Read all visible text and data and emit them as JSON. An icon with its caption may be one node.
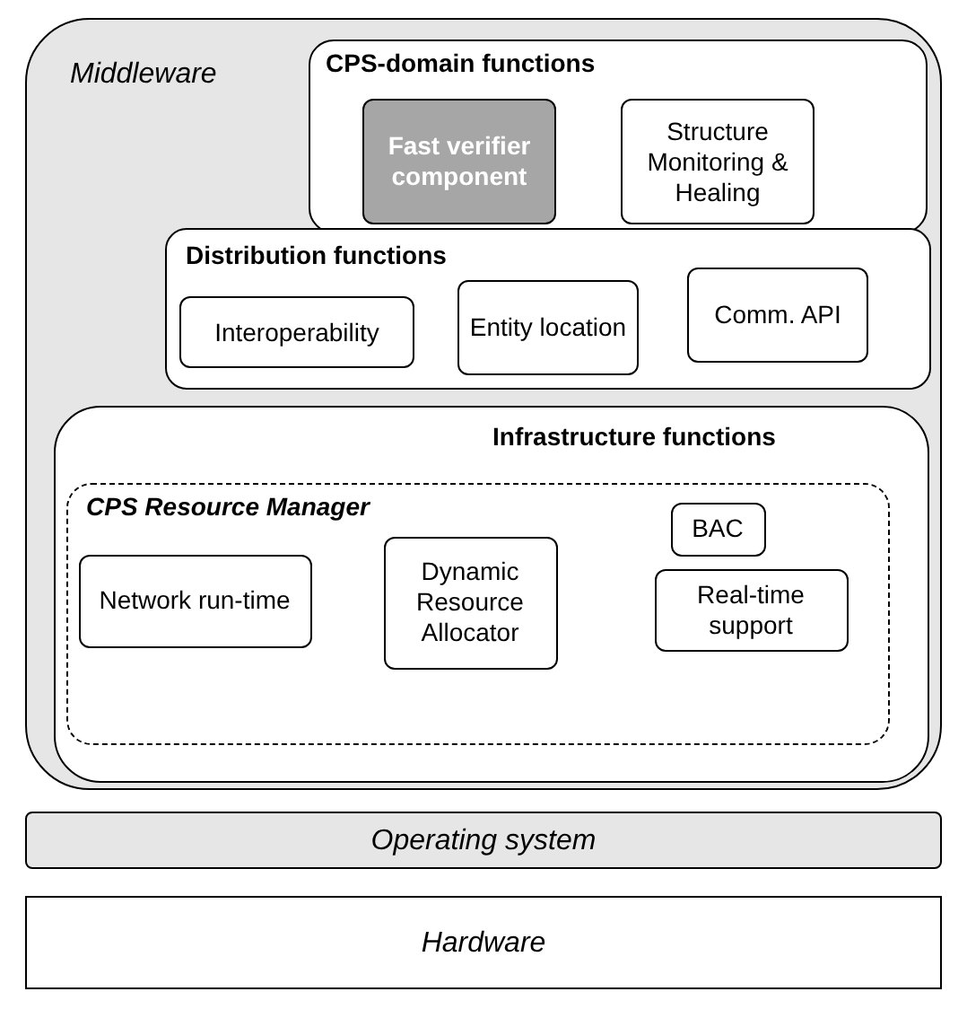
{
  "diagram": {
    "nodes": [
      {
        "text": [
          "Middleware"
        ]
      },
      {
        "text": [
          "CPS-domain functions"
        ],
        "in": 0
      },
      {
        "text": [
          "Fast verifier component"
        ],
        "in": 1
      },
      {
        "text": [
          "Structure Monitoring & Healing"
        ],
        "in": 1
      },
      {
        "text": [
          "Distribution functions"
        ],
        "in": 0
      },
      {
        "text": [
          "Interoperability"
        ],
        "in": 4
      },
      {
        "text": [
          "Entity location"
        ],
        "in": 4
      },
      {
        "text": [
          "Comm. API"
        ],
        "in": 4
      },
      {
        "text": [
          "Infrastructure functions"
        ],
        "in": 0
      },
      {
        "text": [
          "CPS Resource Manager"
        ],
        "in": 8
      },
      {
        "text": [
          "Network run-time"
        ],
        "in": 9
      },
      {
        "text": [
          "Dynamic Resource Allocator"
        ],
        "in": 9
      },
      {
        "text": [
          "BAC"
        ],
        "in": 9
      },
      {
        "text": [
          "Real-time support"
        ],
        "in": 9
      },
      {
        "text": [
          "Operating system"
        ]
      },
      {
        "text": [
          "Hardware"
        ]
      }
    ],
    "edges": []
  }
}
